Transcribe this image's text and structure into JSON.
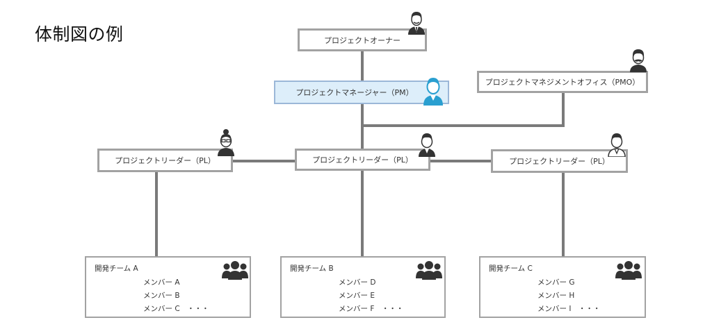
{
  "title": "体制図の例",
  "owner": {
    "label": "プロジェクトオーナー"
  },
  "pm": {
    "label": "プロジェクトマネージャー（PM）"
  },
  "pmo": {
    "label": "プロジェクトマネジメントオフィス（PMO）"
  },
  "leaders": [
    {
      "label": "プロジェクトリーダー（PL）"
    },
    {
      "label": "プロジェクトリーダー（PL）"
    },
    {
      "label": "プロジェクトリーダー（PL）"
    }
  ],
  "teams": [
    {
      "name": "開発チーム A",
      "members": [
        "メンバー A",
        "メンバー B",
        "メンバー C　・・・"
      ]
    },
    {
      "name": "開発チーム B",
      "members": [
        "メンバー D",
        "メンバー E",
        "メンバー F　・・・"
      ]
    },
    {
      "name": "開発チーム C",
      "members": [
        "メンバー G",
        "メンバー H",
        "メンバー I　・・・"
      ]
    }
  ],
  "colors": {
    "line": "#7a7a7a",
    "border": "#a2a2a2",
    "pm_fill": "#ddeefa",
    "pm_border": "#9bb7d8",
    "pm_icon": "#2a9fd0"
  },
  "icons": [
    "owner-person-icon",
    "pm-person-icon",
    "pmo-person-icon",
    "leader-person-icon",
    "team-group-icon"
  ]
}
